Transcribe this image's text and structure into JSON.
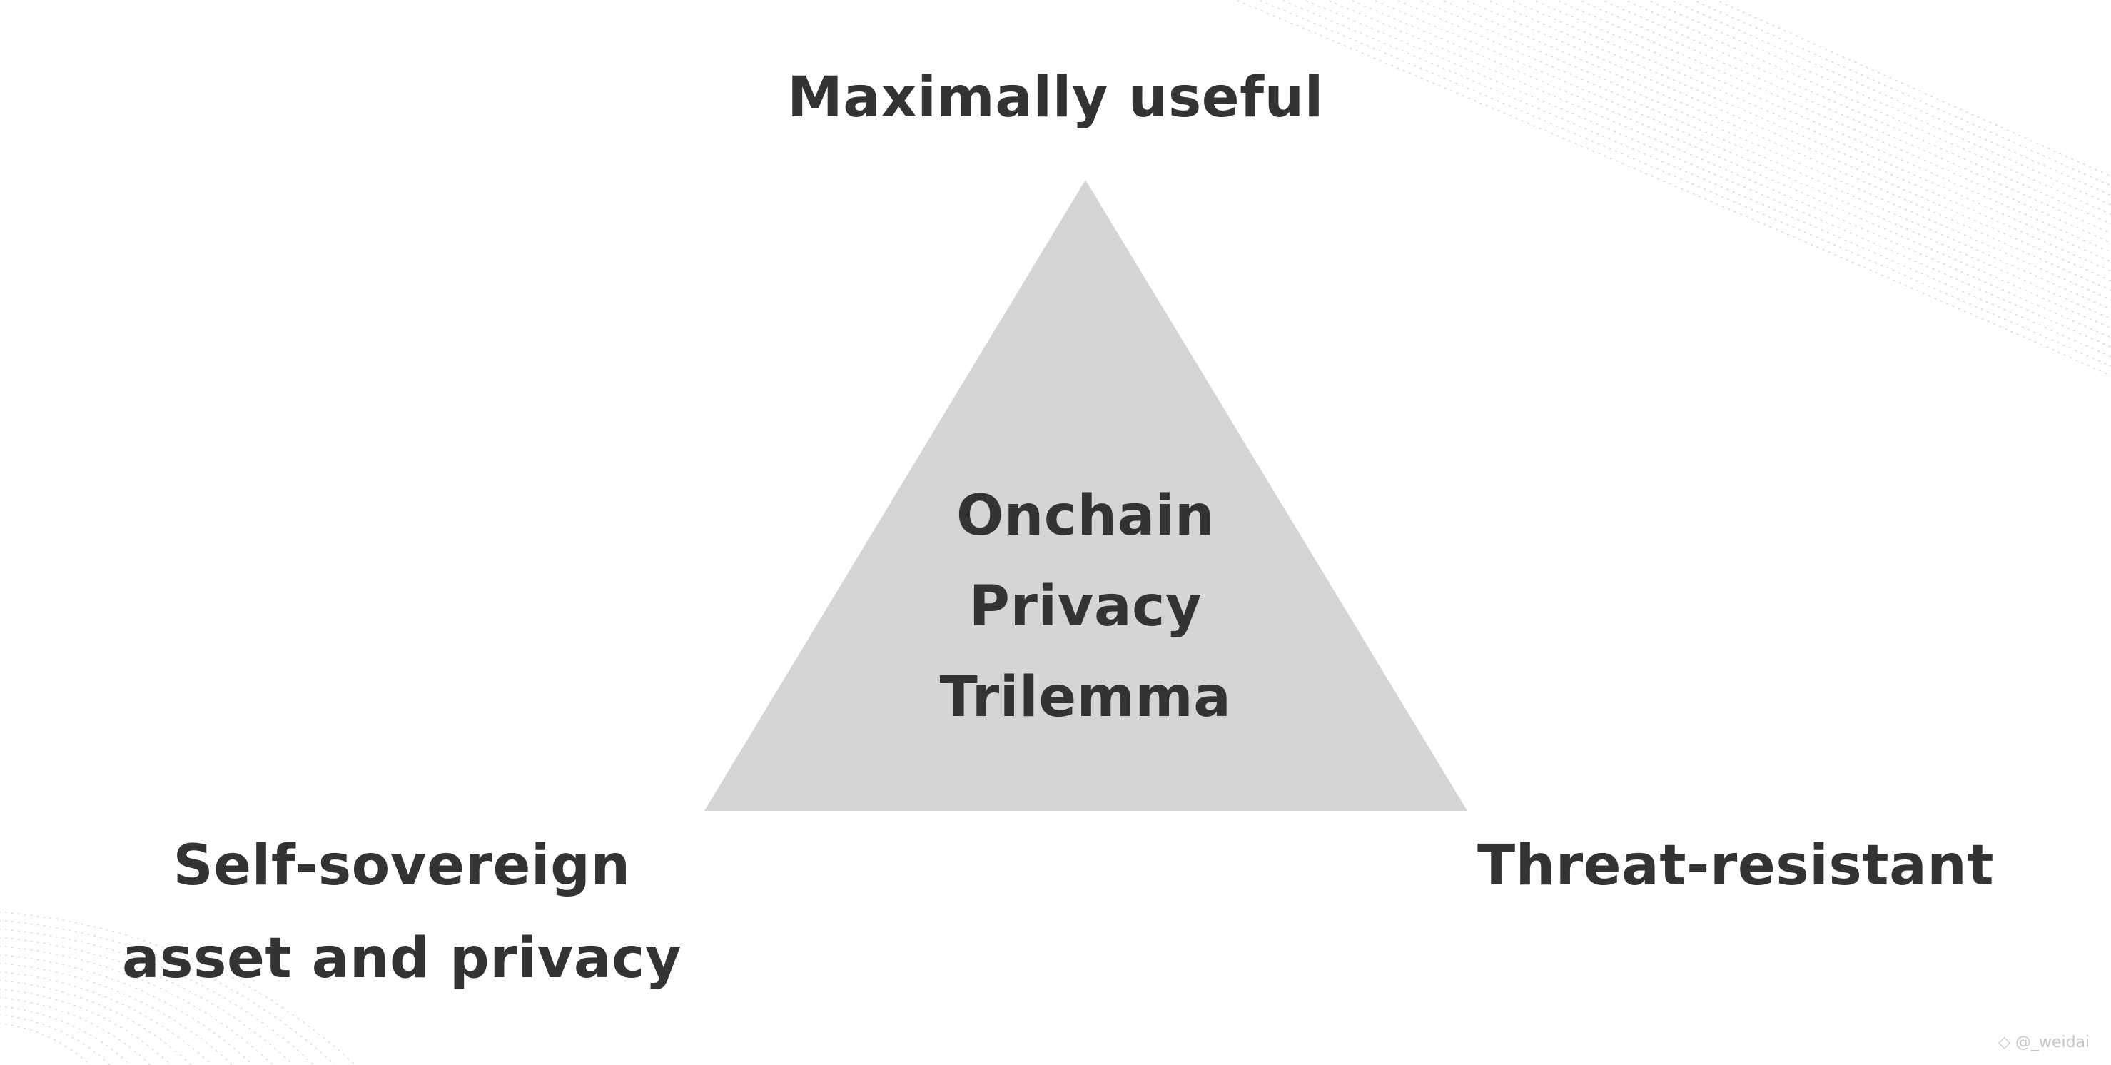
{
  "diagram": {
    "title": "Onchain Privacy Trilemma",
    "center_lines": [
      "Onchain",
      "Privacy",
      "Trilemma"
    ],
    "vertices": {
      "top": {
        "lines": [
          "Maximally useful"
        ]
      },
      "bottom_left": {
        "lines": [
          "Self-sovereign",
          "asset and privacy"
        ]
      },
      "bottom_right": {
        "lines": [
          "Threat-resistant"
        ]
      }
    },
    "colors": {
      "triangle_fill": "#d6d5d4",
      "text": "#333333",
      "background": "#ffffff",
      "decoration": "#d9d9d9"
    }
  },
  "watermark": {
    "icon": "diamond-logo-icon",
    "text": "@_weidai"
  }
}
